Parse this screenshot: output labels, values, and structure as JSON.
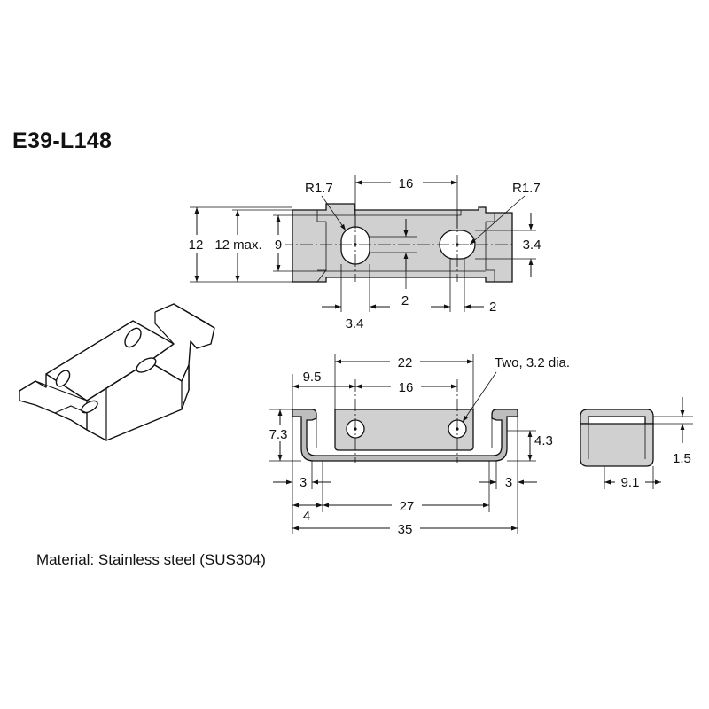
{
  "title": "E39-L148",
  "material": "Material: Stainless steel (SUS304)",
  "top_view": {
    "r_left": "R1.7",
    "r_right": "R1.7",
    "dim_16": "16",
    "dim_12": "12",
    "dim_12max": "12 max.",
    "dim_9": "9",
    "dim_3_4_right": "3.4",
    "dim_2_center": "2",
    "dim_3_4_bottom": "3.4",
    "dim_2_right": "2"
  },
  "front_view": {
    "dim_22": "22",
    "dim_9_5": "9.5",
    "dim_16": "16",
    "holes_note": "Two, 3.2 dia.",
    "dim_7_3": "7.3",
    "dim_4_3": "4.3",
    "dim_3_left": "3",
    "dim_3_right": "3",
    "dim_4": "4",
    "dim_27": "27",
    "dim_35": "35"
  },
  "side_view": {
    "dim_9_1": "9.1",
    "dim_1_5": "1.5"
  }
}
